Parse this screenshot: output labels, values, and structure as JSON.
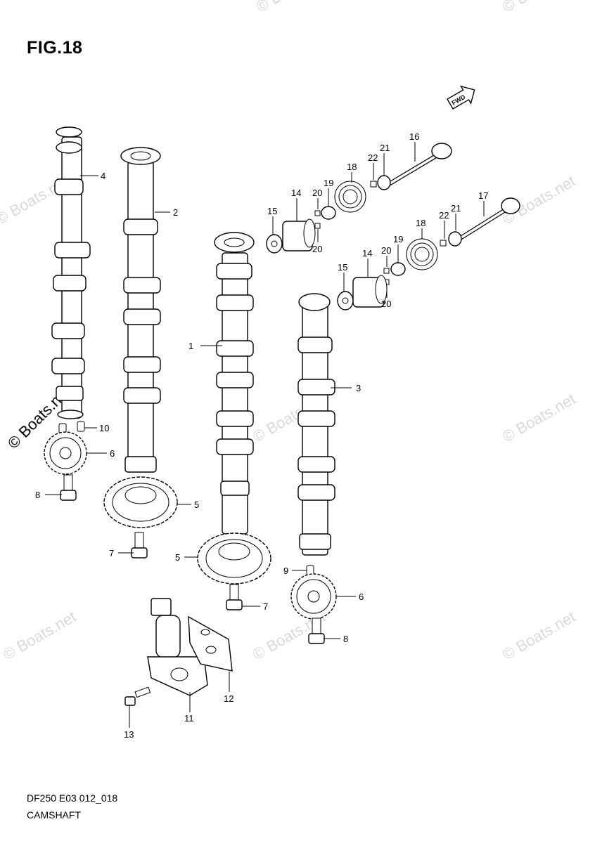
{
  "figure": {
    "title": "FIG.18"
  },
  "footer": {
    "code": "DF250 E03 012_018",
    "name": "CAMSHAFT"
  },
  "direction_badge": "FWD",
  "watermark": "© Boats.net",
  "callouts": [
    {
      "id": "c4a",
      "label": "4"
    },
    {
      "id": "c2",
      "label": "2"
    },
    {
      "id": "c1",
      "label": "1"
    },
    {
      "id": "c3",
      "label": "3"
    },
    {
      "id": "c10",
      "label": "10"
    },
    {
      "id": "c6a",
      "label": "6"
    },
    {
      "id": "c8a",
      "label": "8"
    },
    {
      "id": "c5a",
      "label": "5"
    },
    {
      "id": "c7a",
      "label": "7"
    },
    {
      "id": "c5b",
      "label": "5"
    },
    {
      "id": "c7b",
      "label": "7"
    },
    {
      "id": "c9",
      "label": "9"
    },
    {
      "id": "c6b",
      "label": "6"
    },
    {
      "id": "c8b",
      "label": "8"
    },
    {
      "id": "c12",
      "label": "12"
    },
    {
      "id": "c11",
      "label": "11"
    },
    {
      "id": "c13",
      "label": "13"
    },
    {
      "id": "c16",
      "label": "16"
    },
    {
      "id": "c21a",
      "label": "21"
    },
    {
      "id": "c22a",
      "label": "22"
    },
    {
      "id": "c18a",
      "label": "18"
    },
    {
      "id": "c19a",
      "label": "19"
    },
    {
      "id": "c20a",
      "label": "20"
    },
    {
      "id": "c20b",
      "label": "20"
    },
    {
      "id": "c14a",
      "label": "14"
    },
    {
      "id": "c15a",
      "label": "15"
    },
    {
      "id": "c17",
      "label": "17"
    },
    {
      "id": "c22b",
      "label": "22"
    },
    {
      "id": "c21b",
      "label": "21"
    },
    {
      "id": "c18b",
      "label": "18"
    },
    {
      "id": "c19b",
      "label": "19"
    },
    {
      "id": "c20c",
      "label": "20"
    },
    {
      "id": "c20d",
      "label": "20"
    },
    {
      "id": "c14b",
      "label": "14"
    },
    {
      "id": "c15b",
      "label": "15"
    }
  ]
}
